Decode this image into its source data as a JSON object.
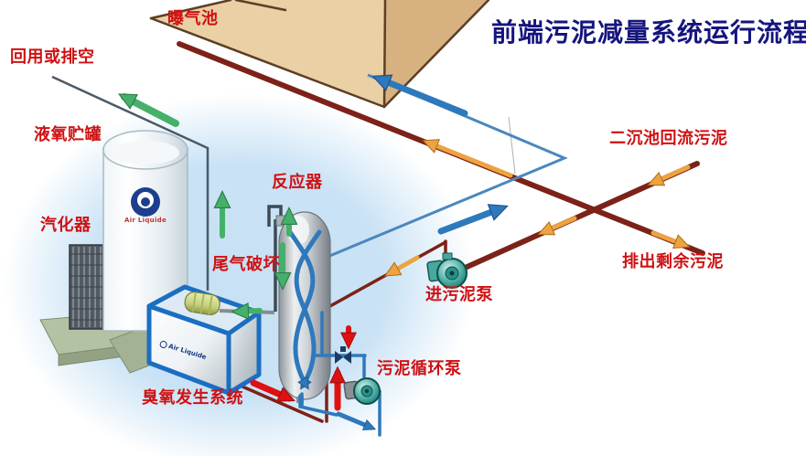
{
  "title": "前端污泥减量系统运行流程",
  "labels": {
    "aeration_tank": "曝气池",
    "reuse_or_vent": "回用或排空",
    "lox_tank": "液氧贮罐",
    "vaporizer": "汽化器",
    "reactor": "反应器",
    "tail_gas_destruction": "尾气破坏",
    "ozone_generation_system": "臭氧发生系统",
    "sludge_feed_pump": "进污泥泵",
    "sludge_circulation_pump": "污泥循环泵",
    "secondary_clarifier_return_sludge": "二沉池回流污泥",
    "excess_sludge_discharge": "排出剩余污泥"
  },
  "branding": {
    "tank_logo_text": "Air Liquide",
    "box_logo_text": "Air Liquide"
  },
  "colors": {
    "title_navy": "#15157e",
    "label_red": "#cf1113",
    "sludge_pipe_maroon": "#7c2218",
    "water_pipe_blue": "#2e79bb",
    "arrow_orange": "#eda33f",
    "arrow_green": "#45b06a",
    "arrow_red": "#e01010",
    "aeration_tank_beige": "#ead0a5",
    "cloud_blue": "#c8e1f4",
    "ozone_frame_blue": "#1b6ec2",
    "pump_teal": "#58b7ae"
  },
  "icons": {
    "flow-arrow": "➤",
    "pump": "◉",
    "valve": "⧓",
    "logo-ring": "◎"
  }
}
